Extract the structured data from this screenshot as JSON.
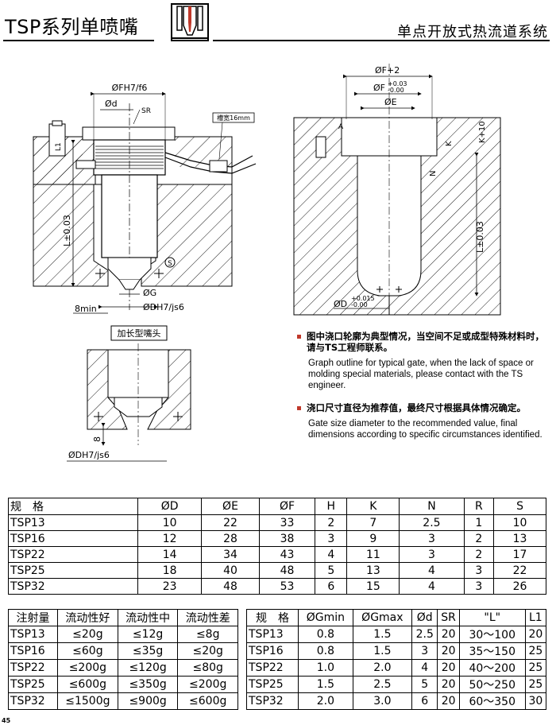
{
  "header": {
    "title_left": "TSP系列单喷嘴",
    "title_right": "单点开放式热流道系统"
  },
  "drawing_left": {
    "dim_fh": "ØFH7/f6",
    "dim_d": "Ød",
    "dim_sr": "SR",
    "dim_slot": "槽宽16mm",
    "dim_l": "L±0.03",
    "dim_l1": "L1",
    "dim_g": "ØG",
    "dim_dh": "ØDH7/js6",
    "dim_8min": "8min",
    "mark_s": "S"
  },
  "drawing_right": {
    "dim_f2": "ØF+2",
    "dim_f_base": "ØF",
    "dim_f_tol_up": "+0.03",
    "dim_f_tol_down": "-0.00",
    "dim_e": "ØE",
    "dim_a": "A",
    "dim_k": "K",
    "dim_k10": "K+10",
    "dim_n": "N",
    "dim_l": "L±0.03",
    "dim_d_base": "ØD",
    "dim_d_tol_up": "+0.015",
    "dim_d_tol_down": "-0.00"
  },
  "drawing_extended": {
    "label": "加长型嘴头",
    "dim_8": "8",
    "dim_dh": "ØDH7/js6"
  },
  "notes": [
    {
      "zh": "图中浇口轮廓为典型情况，当空间不足或成型特殊材料时，请与TS工程师联系。",
      "en": "Graph outline for typical gate, when the lack of space or molding special materials, please contact with the TS engineer."
    },
    {
      "zh": "浇口尺寸直径为推荐值，最终尺寸根据具体情况确定。",
      "en": "Gate size diameter to the recommended value, final dimensions according to specific circumstances identified."
    }
  ],
  "table_dims": {
    "headers": [
      "规　格",
      "ØD",
      "ØE",
      "ØF",
      "H",
      "K",
      "N",
      "R",
      "S"
    ],
    "rows": [
      [
        "TSP13",
        "10",
        "22",
        "33",
        "2",
        "7",
        "2.5",
        "1",
        "10"
      ],
      [
        "TSP16",
        "12",
        "28",
        "38",
        "3",
        "9",
        "3",
        "2",
        "13"
      ],
      [
        "TSP22",
        "14",
        "34",
        "43",
        "4",
        "11",
        "3",
        "2",
        "17"
      ],
      [
        "TSP25",
        "18",
        "40",
        "48",
        "5",
        "13",
        "4",
        "3",
        "22"
      ],
      [
        "TSP32",
        "23",
        "48",
        "53",
        "6",
        "15",
        "4",
        "3",
        "26"
      ]
    ]
  },
  "table_shot": {
    "headers": [
      "注射量",
      "流动性好",
      "流动性中",
      "流动性差"
    ],
    "rows": [
      [
        "TSP13",
        "≤20g",
        "≤12g",
        "≤8g"
      ],
      [
        "TSP16",
        "≤60g",
        "≤35g",
        "≤20g"
      ],
      [
        "TSP22",
        "≤200g",
        "≤120g",
        "≤80g"
      ],
      [
        "TSP25",
        "≤600g",
        "≤350g",
        "≤200g"
      ],
      [
        "TSP32",
        "≤1500g",
        "≤900g",
        "≤600g"
      ]
    ]
  },
  "table_gate": {
    "headers": [
      "规　格",
      "ØGmin",
      "ØGmax",
      "Ød",
      "SR",
      "\"L\"",
      "L1"
    ],
    "rows": [
      [
        "TSP13",
        "0.8",
        "1.5",
        "2.5",
        "20",
        "30～100",
        "20"
      ],
      [
        "TSP16",
        "0.8",
        "1.5",
        "3",
        "20",
        "35～150",
        "25"
      ],
      [
        "TSP22",
        "1.0",
        "2.0",
        "4",
        "20",
        "40～200",
        "25"
      ],
      [
        "TSP25",
        "1.5",
        "2.5",
        "5",
        "20",
        "50～250",
        "25"
      ],
      [
        "TSP32",
        "2.0",
        "3.0",
        "6",
        "20",
        "60～350",
        "30"
      ]
    ]
  },
  "page_number": "45"
}
